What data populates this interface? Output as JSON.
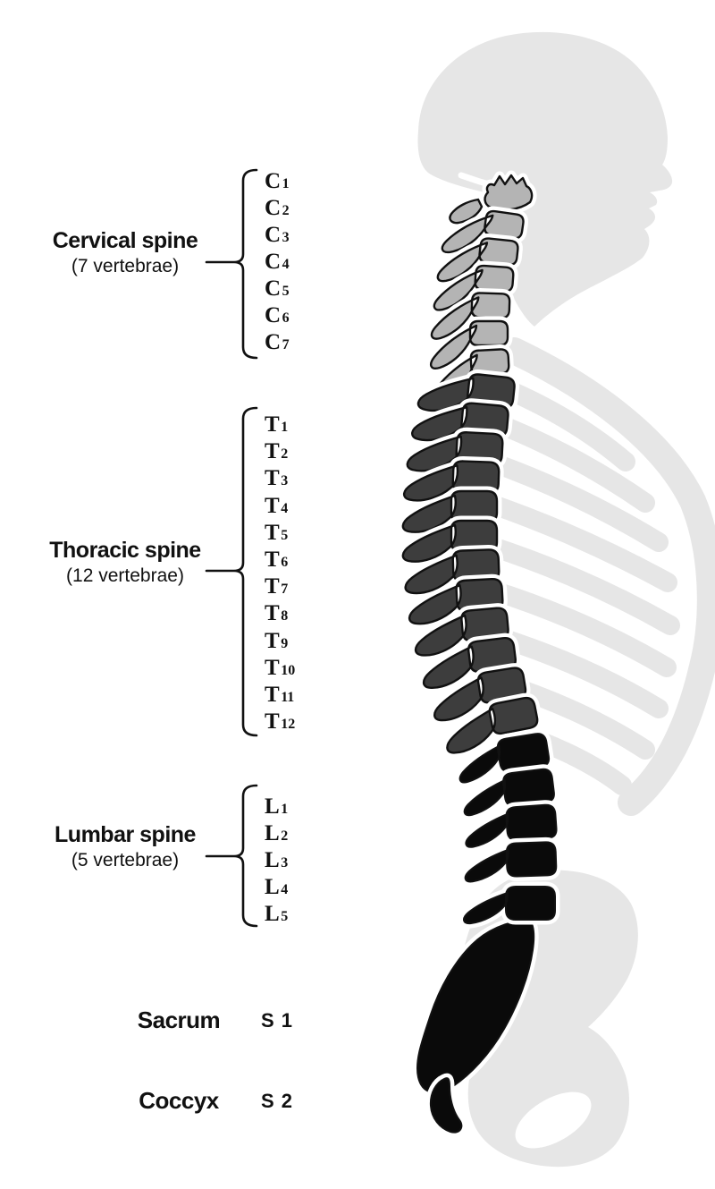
{
  "colors": {
    "background": "#ffffff",
    "silhouette": "#e6e6e6",
    "cervical": "#b4b4b4",
    "thoracic": "#3d3d3d",
    "lumbar": "#0a0a0a",
    "outline": "#111111",
    "text": "#111111"
  },
  "sections": [
    {
      "id": "cervical",
      "title": "Cervical spine",
      "subtitle": "(7 vertebrae)",
      "vertebrae": [
        {
          "letter": "C",
          "number": "1"
        },
        {
          "letter": "C",
          "number": "2"
        },
        {
          "letter": "C",
          "number": "3"
        },
        {
          "letter": "C",
          "number": "4"
        },
        {
          "letter": "C",
          "number": "5"
        },
        {
          "letter": "C",
          "number": "6"
        },
        {
          "letter": "C",
          "number": "7"
        }
      ]
    },
    {
      "id": "thoracic",
      "title": "Thoracic spine",
      "subtitle": "(12 vertebrae)",
      "vertebrae": [
        {
          "letter": "T",
          "number": "1"
        },
        {
          "letter": "T",
          "number": "2"
        },
        {
          "letter": "T",
          "number": "3"
        },
        {
          "letter": "T",
          "number": "4"
        },
        {
          "letter": "T",
          "number": "5"
        },
        {
          "letter": "T",
          "number": "6"
        },
        {
          "letter": "T",
          "number": "7"
        },
        {
          "letter": "T",
          "number": "8"
        },
        {
          "letter": "T",
          "number": "9"
        },
        {
          "letter": "T",
          "number": "10"
        },
        {
          "letter": "T",
          "number": "11"
        },
        {
          "letter": "T",
          "number": "12"
        }
      ]
    },
    {
      "id": "lumbar",
      "title": "Lumbar spine",
      "subtitle": "(5 vertebrae)",
      "vertebrae": [
        {
          "letter": "L",
          "number": "1"
        },
        {
          "letter": "L",
          "number": "2"
        },
        {
          "letter": "L",
          "number": "3"
        },
        {
          "letter": "L",
          "number": "4"
        },
        {
          "letter": "L",
          "number": "5"
        }
      ]
    }
  ],
  "rows": [
    {
      "id": "sacrum",
      "label": "Sacrum",
      "code": "S 1"
    },
    {
      "id": "coccyx",
      "label": "Coccyx",
      "code": "S 2"
    }
  ]
}
